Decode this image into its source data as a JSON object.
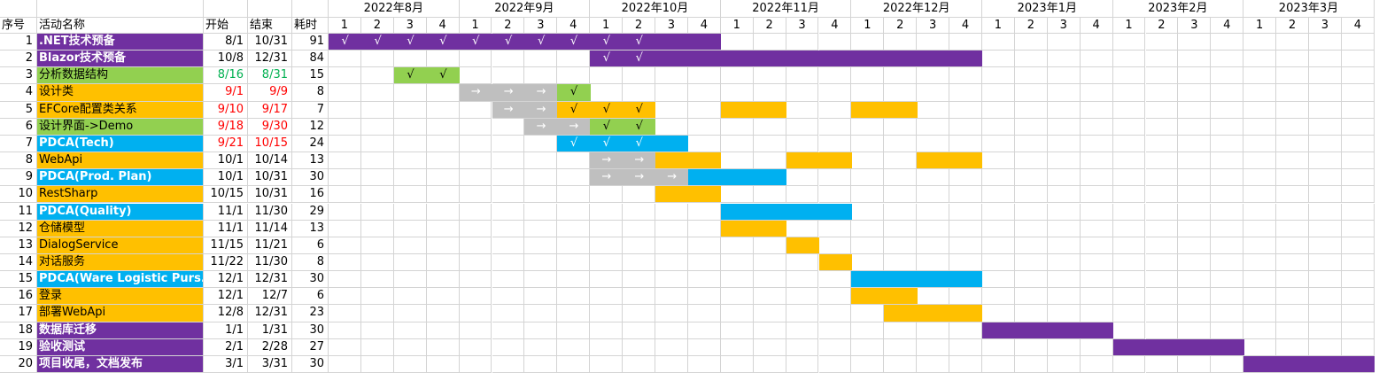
{
  "headers": {
    "seq": "序号",
    "name": "活动名称",
    "start": "开始",
    "end": "结束",
    "dur": "耗时"
  },
  "months": [
    "2022年8月",
    "2022年9月",
    "2022年10月",
    "2022年11月",
    "2022年12月",
    "2023年1月",
    "2023年2月",
    "2023年3月"
  ],
  "weeks": [
    "1",
    "2",
    "3",
    "4"
  ],
  "colors": {
    "purple": "#7030a0",
    "green": "#92d050",
    "orange": "#ffc000",
    "blue": "#00b0f0",
    "gray": "#bfbfbf",
    "dateGreen": "#00b050",
    "dateRed": "#ff0000"
  },
  "rows": [
    {
      "seq": "1",
      "name": ".NET技术预备",
      "start": "8/1",
      "end": "10/31",
      "dur": "91",
      "fill": "purple",
      "bold": true,
      "dateColor": "",
      "bars": [
        {
          "from": 0,
          "to": 11,
          "color": "purple",
          "marks": [
            "√",
            "√",
            "√",
            "√",
            "√",
            "√",
            "√",
            "√",
            "√",
            "√"
          ]
        }
      ]
    },
    {
      "seq": "2",
      "name": "Blazor技术预备",
      "start": "10/8",
      "end": "12/31",
      "dur": "84",
      "fill": "purple",
      "bold": true,
      "dateColor": "",
      "bars": [
        {
          "from": 8,
          "to": 19,
          "color": "purple",
          "marks": [
            "√",
            "√"
          ]
        }
      ]
    },
    {
      "seq": "3",
      "name": "分析数据结构",
      "start": "8/16",
      "end": "8/31",
      "dur": "15",
      "fill": "green",
      "bold": false,
      "dateColor": "dateGreen",
      "bars": [
        {
          "from": 2,
          "to": 3,
          "color": "green",
          "marks": [
            "√",
            "√"
          ]
        }
      ]
    },
    {
      "seq": "4",
      "name": "设计类",
      "start": "9/1",
      "end": "9/9",
      "dur": "8",
      "fill": "orange",
      "bold": false,
      "dateColor": "dateRed",
      "bars": [
        {
          "from": 4,
          "to": 6,
          "color": "gray",
          "marks": [
            "→",
            "→",
            "→"
          ]
        },
        {
          "from": 7,
          "to": 7,
          "color": "green",
          "marks": [
            "√"
          ]
        }
      ]
    },
    {
      "seq": "5",
      "name": "EFCore配置类关系",
      "start": "9/10",
      "end": "9/17",
      "dur": "7",
      "fill": "orange",
      "bold": false,
      "dateColor": "dateRed",
      "bars": [
        {
          "from": 5,
          "to": 6,
          "color": "gray",
          "marks": [
            "→",
            "→"
          ]
        },
        {
          "from": 7,
          "to": 9,
          "color": "orange",
          "marks": [
            "√",
            "√",
            "√"
          ]
        },
        {
          "from": 12,
          "to": 13,
          "color": "orange",
          "marks": []
        },
        {
          "from": 16,
          "to": 17,
          "color": "orange",
          "marks": []
        }
      ]
    },
    {
      "seq": "6",
      "name": "设计界面->Demo",
      "start": "9/18",
      "end": "9/30",
      "dur": "12",
      "fill": "green",
      "bold": false,
      "dateColor": "dateRed",
      "bars": [
        {
          "from": 6,
          "to": 7,
          "color": "gray",
          "marks": [
            "→",
            "→"
          ]
        },
        {
          "from": 8,
          "to": 9,
          "color": "green",
          "marks": [
            "√",
            "√"
          ]
        }
      ]
    },
    {
      "seq": "7",
      "name": "PDCA(Tech)",
      "start": "9/21",
      "end": "10/15",
      "dur": "24",
      "fill": "blue",
      "bold": true,
      "dateColor": "dateRed",
      "bars": [
        {
          "from": 7,
          "to": 10,
          "color": "blue",
          "marks": [
            "√",
            "√",
            "√"
          ]
        }
      ]
    },
    {
      "seq": "8",
      "name": "WebApi",
      "start": "10/1",
      "end": "10/14",
      "dur": "13",
      "fill": "orange",
      "bold": false,
      "dateColor": "",
      "bars": [
        {
          "from": 8,
          "to": 9,
          "color": "gray",
          "marks": [
            "→",
            "→"
          ]
        },
        {
          "from": 10,
          "to": 11,
          "color": "orange",
          "marks": []
        },
        {
          "from": 14,
          "to": 15,
          "color": "orange",
          "marks": []
        },
        {
          "from": 18,
          "to": 19,
          "color": "orange",
          "marks": []
        }
      ]
    },
    {
      "seq": "9",
      "name": "PDCA(Prod. Plan)",
      "start": "10/1",
      "end": "10/31",
      "dur": "30",
      "fill": "blue",
      "bold": true,
      "dateColor": "",
      "bars": [
        {
          "from": 8,
          "to": 10,
          "color": "gray",
          "marks": [
            "→",
            "→",
            "→"
          ]
        },
        {
          "from": 11,
          "to": 13,
          "color": "blue",
          "marks": []
        }
      ]
    },
    {
      "seq": "10",
      "name": "RestSharp",
      "start": "10/15",
      "end": "10/31",
      "dur": "16",
      "fill": "orange",
      "bold": false,
      "dateColor": "",
      "bars": [
        {
          "from": 10,
          "to": 11,
          "color": "orange",
          "marks": []
        }
      ]
    },
    {
      "seq": "11",
      "name": "PDCA(Quality)",
      "start": "11/1",
      "end": "11/30",
      "dur": "29",
      "fill": "blue",
      "bold": true,
      "dateColor": "",
      "bars": [
        {
          "from": 12,
          "to": 15,
          "color": "blue",
          "marks": []
        }
      ]
    },
    {
      "seq": "12",
      "name": "仓储模型",
      "start": "11/1",
      "end": "11/14",
      "dur": "13",
      "fill": "orange",
      "bold": false,
      "dateColor": "",
      "bars": [
        {
          "from": 12,
          "to": 13,
          "color": "orange",
          "marks": []
        }
      ]
    },
    {
      "seq": "13",
      "name": "DialogService",
      "start": "11/15",
      "end": "11/21",
      "dur": "6",
      "fill": "orange",
      "bold": false,
      "dateColor": "",
      "bars": [
        {
          "from": 14,
          "to": 14,
          "color": "orange",
          "marks": []
        }
      ]
    },
    {
      "seq": "14",
      "name": "对话服务",
      "start": "11/22",
      "end": "11/30",
      "dur": "8",
      "fill": "orange",
      "bold": false,
      "dateColor": "",
      "bars": [
        {
          "from": 15,
          "to": 15,
          "color": "orange",
          "marks": []
        }
      ]
    },
    {
      "seq": "15",
      "name": "PDCA(Ware Logistic Purs.)",
      "start": "12/1",
      "end": "12/31",
      "dur": "30",
      "fill": "blue",
      "bold": true,
      "dateColor": "",
      "bars": [
        {
          "from": 16,
          "to": 19,
          "color": "blue",
          "marks": []
        }
      ]
    },
    {
      "seq": "16",
      "name": "登录",
      "start": "12/1",
      "end": "12/7",
      "dur": "6",
      "fill": "orange",
      "bold": false,
      "dateColor": "",
      "bars": [
        {
          "from": 16,
          "to": 17,
          "color": "orange",
          "marks": []
        }
      ]
    },
    {
      "seq": "17",
      "name": "部署WebApi",
      "start": "12/8",
      "end": "12/31",
      "dur": "23",
      "fill": "orange",
      "bold": false,
      "dateColor": "",
      "bars": [
        {
          "from": 17,
          "to": 19,
          "color": "orange",
          "marks": []
        }
      ]
    },
    {
      "seq": "18",
      "name": "数据库迁移",
      "start": "1/1",
      "end": "1/31",
      "dur": "30",
      "fill": "purple",
      "bold": true,
      "dateColor": "",
      "bars": [
        {
          "from": 20,
          "to": 23,
          "color": "purple",
          "marks": []
        }
      ]
    },
    {
      "seq": "19",
      "name": "验收测试",
      "start": "2/1",
      "end": "2/28",
      "dur": "27",
      "fill": "purple",
      "bold": true,
      "dateColor": "",
      "bars": [
        {
          "from": 24,
          "to": 27,
          "color": "purple",
          "marks": []
        }
      ]
    },
    {
      "seq": "20",
      "name": "项目收尾，文档发布",
      "start": "3/1",
      "end": "3/31",
      "dur": "30",
      "fill": "purple",
      "bold": true,
      "dateColor": "",
      "bars": [
        {
          "from": 28,
          "to": 31,
          "color": "purple",
          "marks": []
        }
      ]
    }
  ]
}
